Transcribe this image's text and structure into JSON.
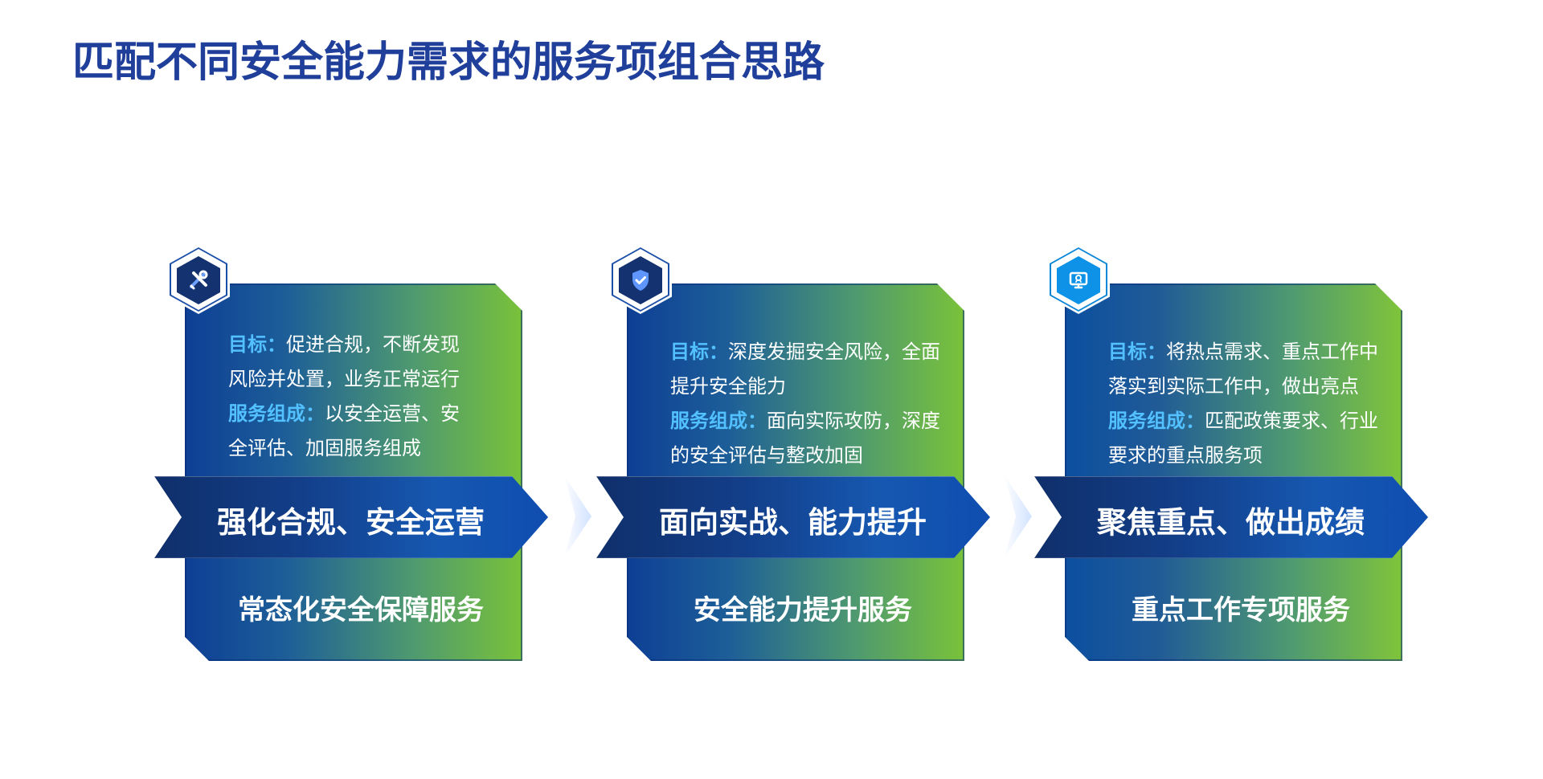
{
  "page": {
    "title": "匹配不同安全能力需求的服务项组合思路"
  },
  "cards": [
    {
      "icon": "tools-icon",
      "goal_label": "目标：",
      "goal_text_line_1": "促进合规，不断发现",
      "goal_text_line_2": "风险并处置，业务正常运行",
      "composition_label": "服务组成：",
      "composition_text_line_1": "以安全运营、安",
      "composition_text_line_2": "全评估、加固服务组成",
      "ribbon_title": "强化合规、安全运营",
      "service_title": "常态化安全保障服务"
    },
    {
      "icon": "shield-check-icon",
      "goal_label": "目标：",
      "goal_text_line_1": "深度发掘安全风险，全面",
      "goal_text_line_2": "提升安全能力",
      "composition_label": "服务组成：",
      "composition_text_line_1": "面向实际攻防，深度",
      "composition_text_line_2": "的安全评估与整改加固",
      "ribbon_title": "面向实战、能力提升",
      "service_title": "安全能力提升服务"
    },
    {
      "icon": "monitor-icon",
      "goal_label": "目标：",
      "goal_text_line_1": "将热点需求、重点工作中",
      "goal_text_line_2": "落实到实际工作中，做出亮点",
      "composition_label": "服务组成：",
      "composition_text_line_1": "匹配政策要求、行业",
      "composition_text_line_2": "要求的重点服务项",
      "ribbon_title": "聚焦重点、做出成绩",
      "service_title": "重点工作专项服务"
    }
  ],
  "colors": {
    "title": "#1f3f9a",
    "accent_label": "#53c1ff",
    "panel_start": "#0d3f95",
    "panel_end": "#79c23a",
    "ribbon": "#1658b1"
  }
}
